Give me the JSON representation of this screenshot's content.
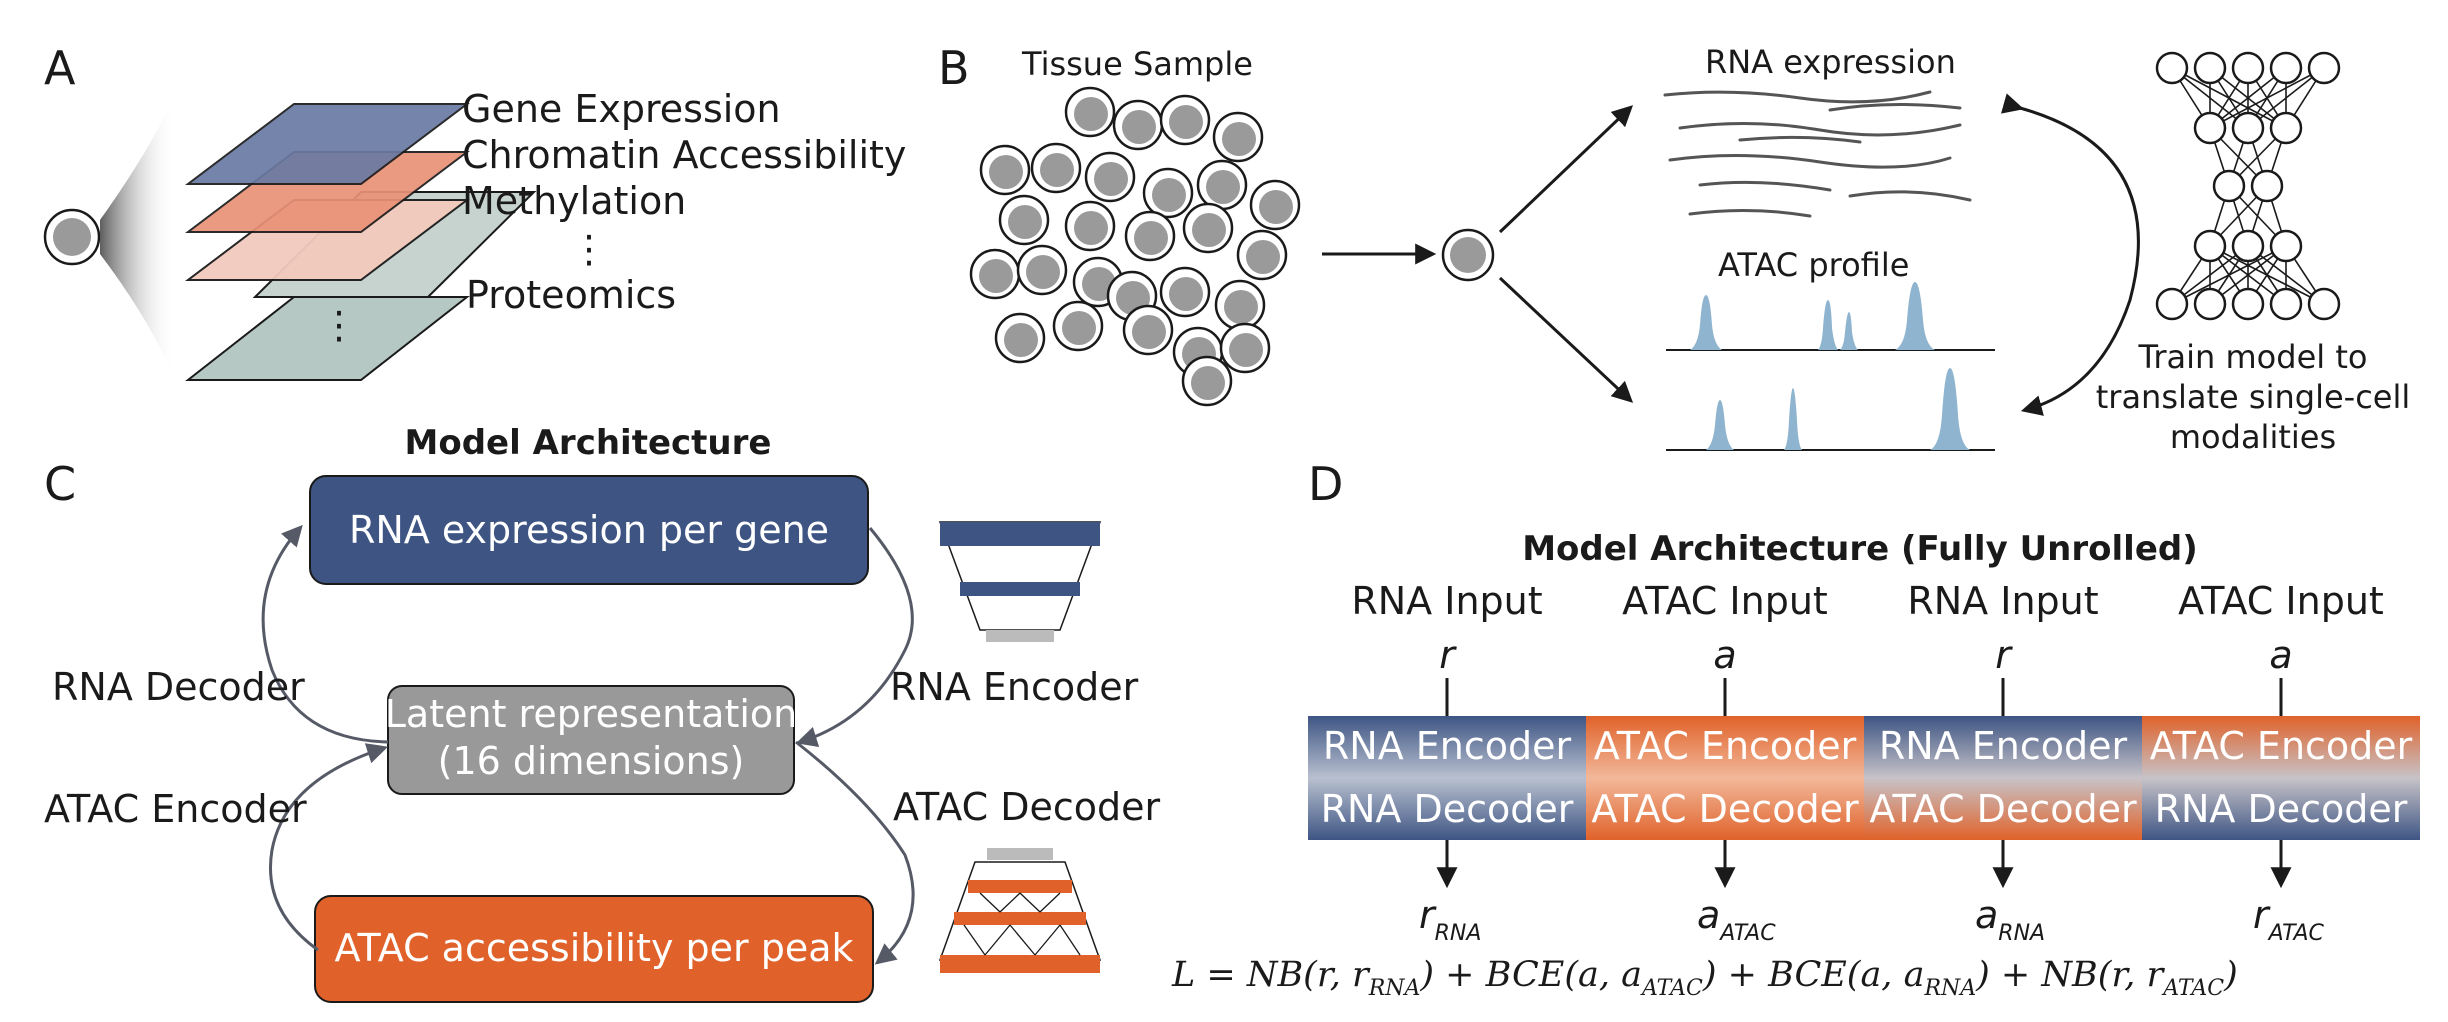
{
  "panels": {
    "a": "A",
    "b": "B",
    "c": "C",
    "d": "D"
  },
  "panel_a": {
    "layers": [
      "Gene Expression",
      "Chromatin Accessibility",
      "Methylation",
      "Proteomics"
    ],
    "ellipsis": "⋮"
  },
  "panel_b": {
    "tissue_label": "Tissue Sample",
    "rna_label": "RNA expression",
    "atac_label": "ATAC profile",
    "train_lines": [
      "Train model to",
      "translate single-cell",
      "modalities"
    ]
  },
  "panel_c": {
    "title": "Model Architecture",
    "rna_box": "RNA expression per gene",
    "latent_lines": [
      "Latent representation",
      "(16 dimensions)"
    ],
    "atac_box": "ATAC accessibility per peak",
    "rna_decoder": "RNA Decoder",
    "rna_encoder": "RNA Encoder",
    "atac_encoder": "ATAC Encoder",
    "atac_decoder": "ATAC Decoder"
  },
  "panel_d": {
    "title": "Model Architecture (Fully Unrolled)",
    "columns": [
      {
        "input": "RNA Input",
        "symbol": "r",
        "top": "RNA Encoder",
        "bottom": "RNA Decoder",
        "out_main": "r",
        "out_sub": "RNA",
        "top_color": "#3e5584",
        "bottom_color": "#3e5584"
      },
      {
        "input": "ATAC Input",
        "symbol": "a",
        "top": "ATAC Encoder",
        "bottom": "ATAC Decoder",
        "out_main": "a",
        "out_sub": "ATAC",
        "top_color": "#e0622a",
        "bottom_color": "#e0622a"
      },
      {
        "input": "RNA Input",
        "symbol": "r",
        "top": "RNA Encoder",
        "bottom": "ATAC Decoder",
        "out_main": "a",
        "out_sub": "RNA",
        "top_color": "#3e5584",
        "bottom_color": "#e0622a"
      },
      {
        "input": "ATAC Input",
        "symbol": "a",
        "top": "ATAC Encoder",
        "bottom": "RNA Decoder",
        "out_main": "r",
        "out_sub": "ATAC",
        "top_color": "#e0622a",
        "bottom_color": "#3e5584"
      }
    ],
    "loss": "L = NB(r, r_RNA) + BCE(a, a_ATAC) + BCE(a, a_RNA) + NB(r, r_ATAC)",
    "loss_parts": {
      "p1": "L = NB(r, r",
      "s1": "RNA",
      "p2": ") + BCE(a, a",
      "s2": "ATAC",
      "p3": ") + BCE(a, a",
      "s3": "RNA",
      "p4": ") + NB(r, r",
      "s4": "ATAC",
      "p5": ")"
    }
  },
  "colors": {
    "rna_blue": "#3e5584",
    "atac_orange": "#e0622a",
    "latent_gray": "#999999"
  }
}
